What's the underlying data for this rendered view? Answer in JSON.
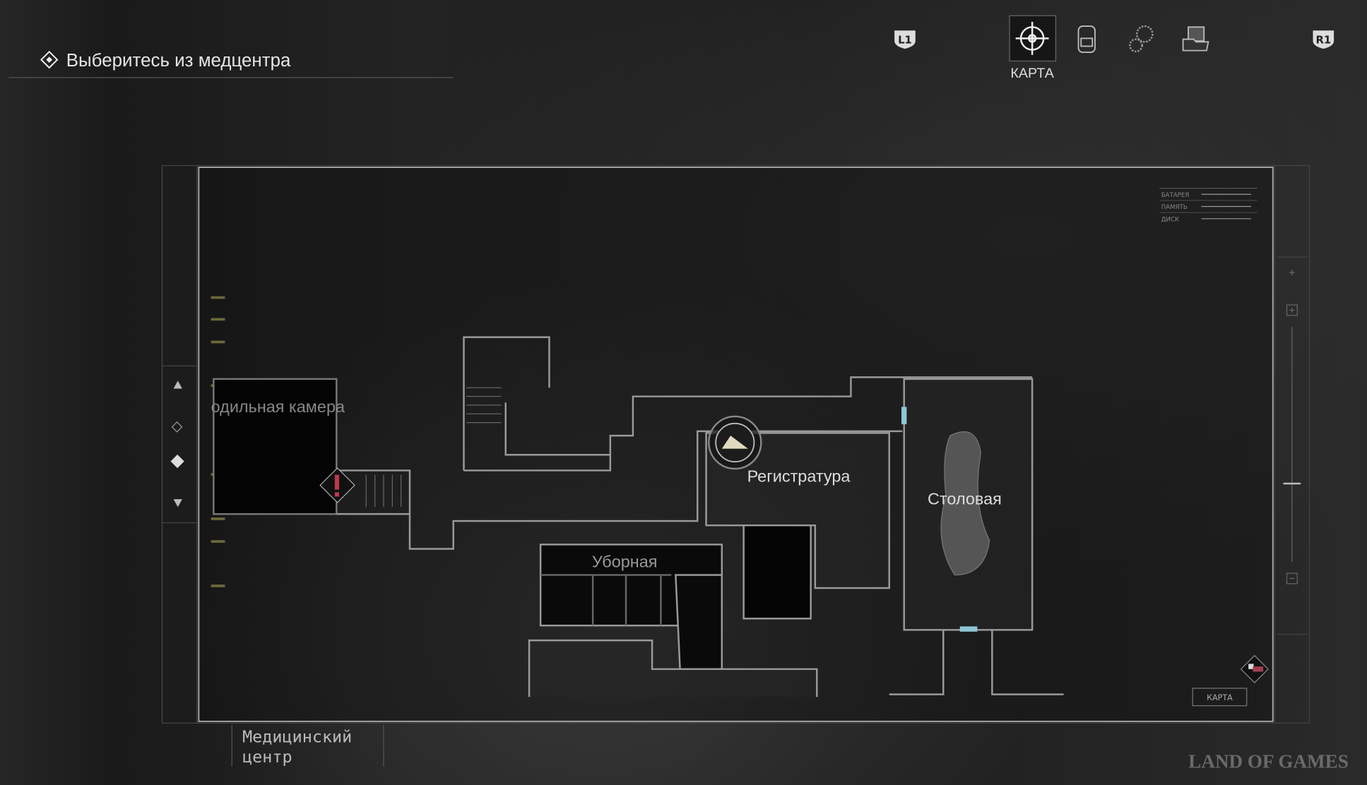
{
  "objective": {
    "text": "Выберитесь из медцентра"
  },
  "tabs": {
    "left_button": "L1",
    "right_button": "R1",
    "active_label": "КАРТА",
    "items": [
      "map-icon",
      "inventory-backpack-icon",
      "settings-gears-icon",
      "files-folder-icon"
    ]
  },
  "status": {
    "rows": [
      "БАТАРЕЯ",
      "ПАМЯТЬ",
      "ДИСК"
    ]
  },
  "map": {
    "rooms": {
      "left": "одильная камера",
      "reception": "Регистратура",
      "dining": "Столовая",
      "restroom": "Уборная"
    },
    "legend_button": "КАРТА",
    "area_name_line1": "Медицинский",
    "area_name_line2": "центр"
  },
  "watermark": "LAND OF GAMES",
  "colors": {
    "accent_blue": "#8fc6d6",
    "alert_red": "#c0394b",
    "line": "#8a8a8a"
  }
}
